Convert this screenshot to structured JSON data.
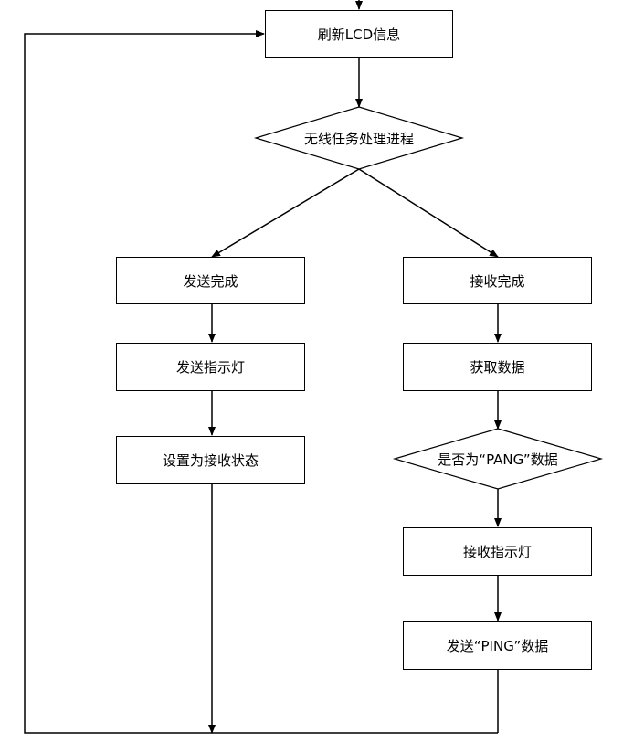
{
  "flowchart": {
    "refresh_lcd": "刷新LCD信息",
    "wireless_task": "无线任务处理进程",
    "send_done": "发送完成",
    "recv_done": "接收完成",
    "send_led": "发送指示灯",
    "get_data": "获取数据",
    "set_recv_state": "设置为接收状态",
    "is_pang": "是否为“PANG”数据",
    "recv_led": "接收指示灯",
    "send_ping": "发送“PING”数据"
  }
}
